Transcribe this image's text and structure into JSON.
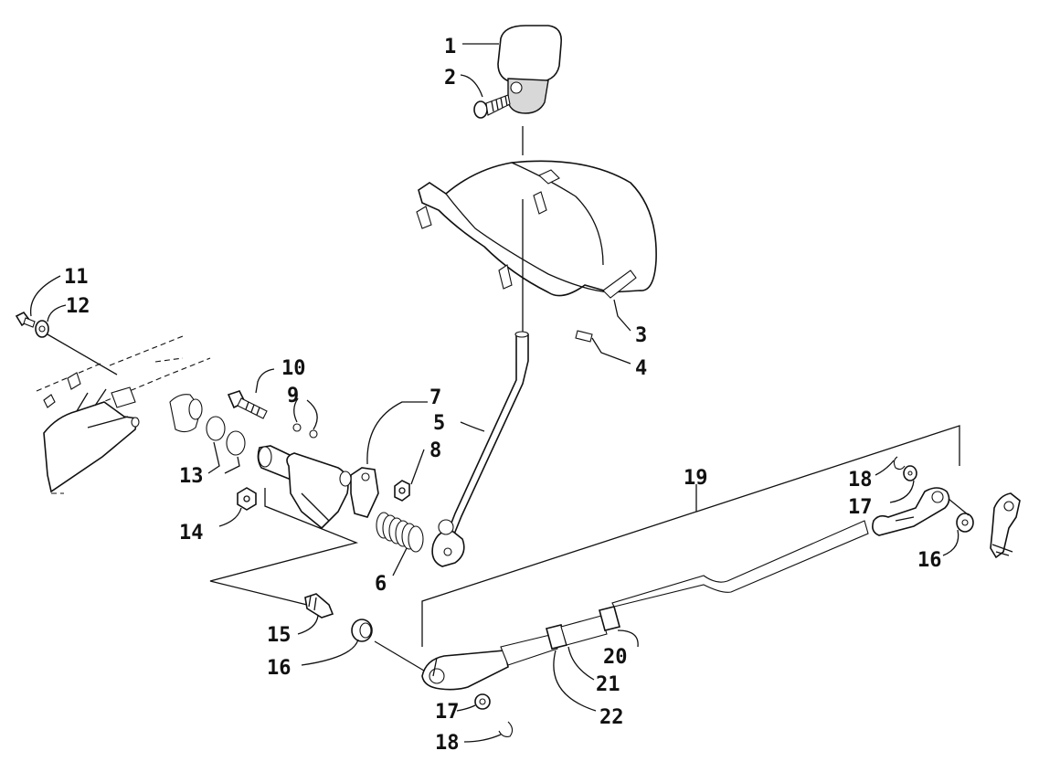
{
  "callouts": {
    "c1": "1",
    "c2": "2",
    "c3": "3",
    "c4": "4",
    "c5": "5",
    "c6": "6",
    "c7": "7",
    "c8": "8",
    "c9": "9",
    "c10": "10",
    "c11": "11",
    "c12": "12",
    "c13": "13",
    "c14": "14",
    "c15": "15",
    "c16a": "16",
    "c16b": "16",
    "c17a": "17",
    "c17b": "17",
    "c18a": "18",
    "c18b": "18",
    "c19": "19",
    "c20": "20",
    "c21": "21",
    "c22": "22"
  }
}
